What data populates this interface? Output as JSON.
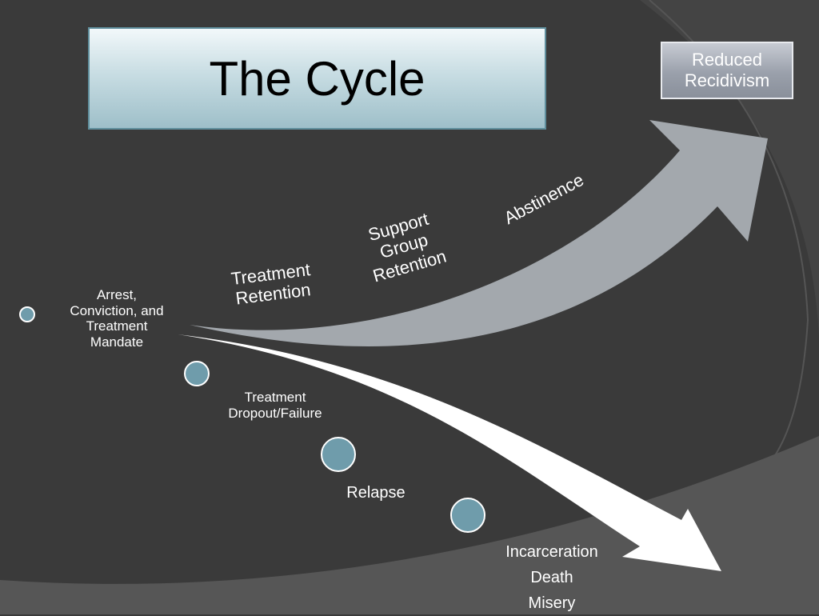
{
  "slide": {
    "title": "The Cycle",
    "outcome_box": {
      "line1": "Reduced",
      "line2": "Recidivism"
    }
  },
  "upper_path": {
    "labels": [
      {
        "line1": "Treatment",
        "line2": "Retention"
      },
      {
        "line1": "Support",
        "line2": "Group",
        "line3": "Retention"
      },
      {
        "line1": "Abstinence"
      }
    ]
  },
  "lower_path": {
    "start_label": {
      "line1": "Arrest,",
      "line2": "Conviction, and",
      "line3": "Treatment",
      "line4": "Mandate"
    },
    "steps": [
      {
        "line1": "Treatment",
        "line2": "Dropout/Failure"
      },
      {
        "line1": "Relapse"
      },
      {
        "line1": "Incarceration",
        "line2": "Death",
        "line3": "Misery"
      }
    ]
  },
  "colors": {
    "background": "#3a3a3a",
    "upper_arrow": "#a3a8ad",
    "lower_arrow": "#ffffff",
    "node_fill": "#6f9cab",
    "node_stroke": "#ffffff"
  }
}
